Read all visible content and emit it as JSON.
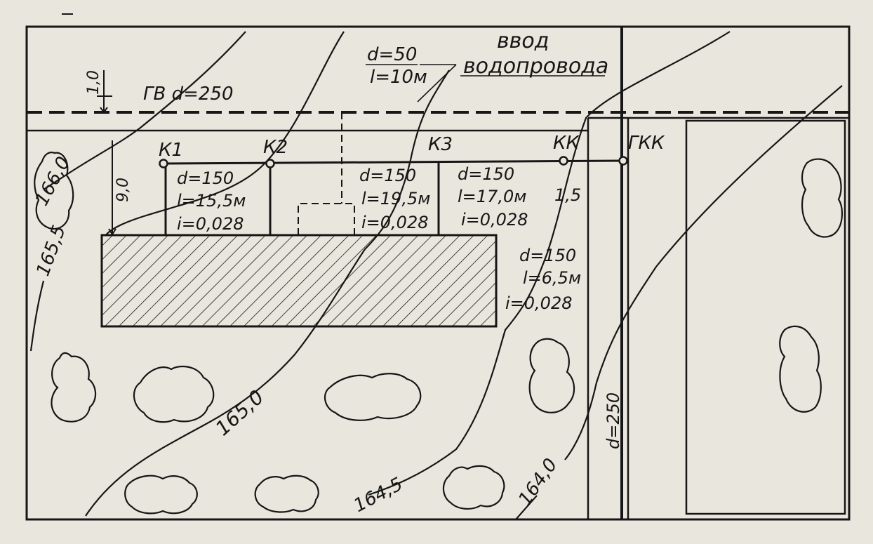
{
  "labels": {
    "water_main": "ГВ d=250",
    "offset_top": "1,0",
    "offset_side": "9,0",
    "inlet_frac_num": "d=50",
    "inlet_frac_den": "l=10м",
    "inlet_title_1": "ввод",
    "inlet_title_2": "водопровода",
    "wells": [
      "К1",
      "К2",
      "К3",
      "КК",
      "ГКК"
    ],
    "segment_1": [
      "d=150",
      "l=15,5м",
      "i=0,028"
    ],
    "segment_2": [
      "d=150",
      "l=19,5м",
      "i=0,028"
    ],
    "segment_3": [
      "d=150",
      "l=17,0м",
      "i=0,028"
    ],
    "kk_depth": "1,5",
    "segment_4": [
      "d=150",
      "l=6,5м",
      "i=0,028"
    ],
    "street_sewer": "d=250"
  },
  "contours": [
    "166,0",
    "165,5",
    "165,0",
    "164,5",
    "164,0"
  ],
  "colors": {
    "ink": "#161616",
    "paper": "#e9e6dd"
  }
}
